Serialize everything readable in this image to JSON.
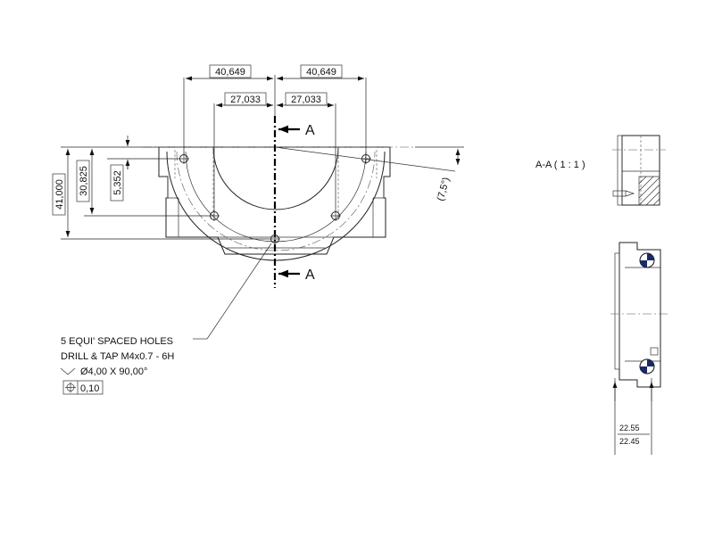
{
  "dimensions": {
    "top_left_outer": "40,649",
    "top_right_outer": "40,649",
    "top_left_inner": "27,033",
    "top_right_inner": "27,033",
    "height_overall": "41,000",
    "height_holes": "30,825",
    "height_small": "5,352",
    "angle": "(7,5°)"
  },
  "section": {
    "label_top": "A",
    "label_bottom": "A",
    "view_title": "A-A  ( 1 : 1 )"
  },
  "hole_note": {
    "line1": "5 EQUI' SPACED HOLES",
    "line2": "DRILL & TAP M4x0.7 - 6H",
    "line3": "Ø4,00 X 90,00°",
    "tolerance": "0,10"
  },
  "right_view": {
    "dim_upper": "22.55",
    "dim_lower": "22.45"
  }
}
